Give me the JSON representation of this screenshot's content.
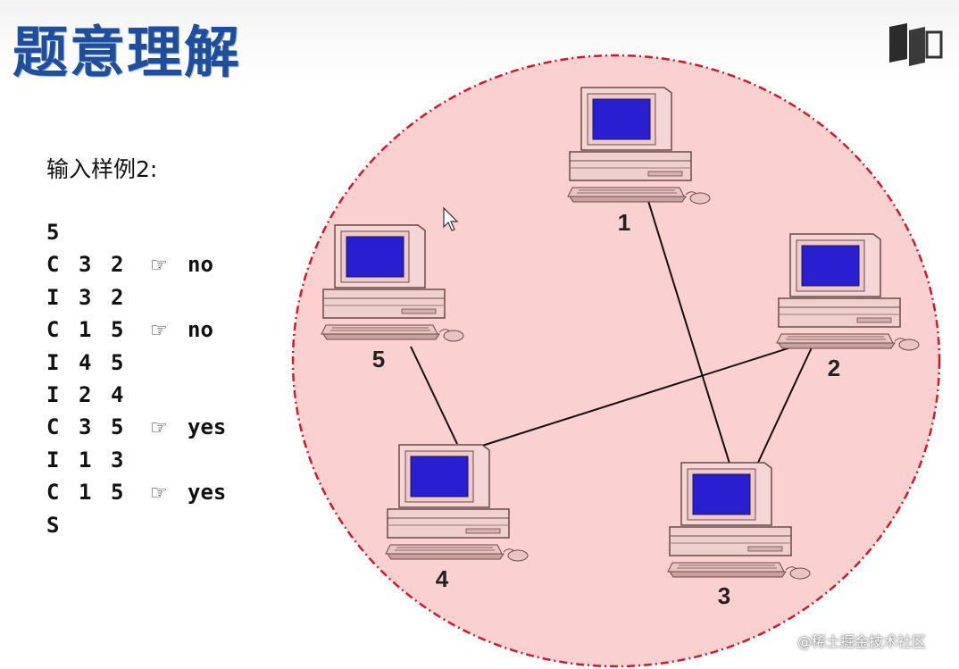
{
  "title": "题意理解",
  "subtitle": "输入样例2:",
  "input_lines": [
    {
      "tokens": [
        "5"
      ],
      "answer": ""
    },
    {
      "tokens": [
        "C",
        "3",
        "2"
      ],
      "answer": "no"
    },
    {
      "tokens": [
        "I",
        "3",
        "2"
      ],
      "answer": ""
    },
    {
      "tokens": [
        "C",
        "1",
        "5"
      ],
      "answer": "no"
    },
    {
      "tokens": [
        "I",
        "4",
        "5"
      ],
      "answer": ""
    },
    {
      "tokens": [
        "I",
        "2",
        "4"
      ],
      "answer": ""
    },
    {
      "tokens": [
        "C",
        "3",
        "5"
      ],
      "answer": "yes"
    },
    {
      "tokens": [
        "I",
        "1",
        "3"
      ],
      "answer": ""
    },
    {
      "tokens": [
        "C",
        "1",
        "5"
      ],
      "answer": "yes"
    },
    {
      "tokens": [
        "S"
      ],
      "answer": ""
    }
  ],
  "network": {
    "nodes": [
      {
        "id": "1",
        "label": "1"
      },
      {
        "id": "2",
        "label": "2"
      },
      {
        "id": "3",
        "label": "3"
      },
      {
        "id": "4",
        "label": "4"
      },
      {
        "id": "5",
        "label": "5"
      }
    ],
    "edges": [
      {
        "from": "1",
        "to": "3"
      },
      {
        "from": "2",
        "to": "3"
      },
      {
        "from": "2",
        "to": "4"
      },
      {
        "from": "4",
        "to": "5"
      }
    ]
  },
  "icons": {
    "pointer": "pointing-hand-icon",
    "computer": "computer-icon",
    "cursor": "mouse-cursor-icon",
    "logo": "book-logo-icon"
  },
  "colors": {
    "title": "#1f4e9c",
    "region_fill": "#fbd0d0",
    "region_border": "#d01a2a",
    "computer_body": "#f0c8c8",
    "screen": "#2a1fd0"
  },
  "watermark": "@稀土掘金技术社区"
}
